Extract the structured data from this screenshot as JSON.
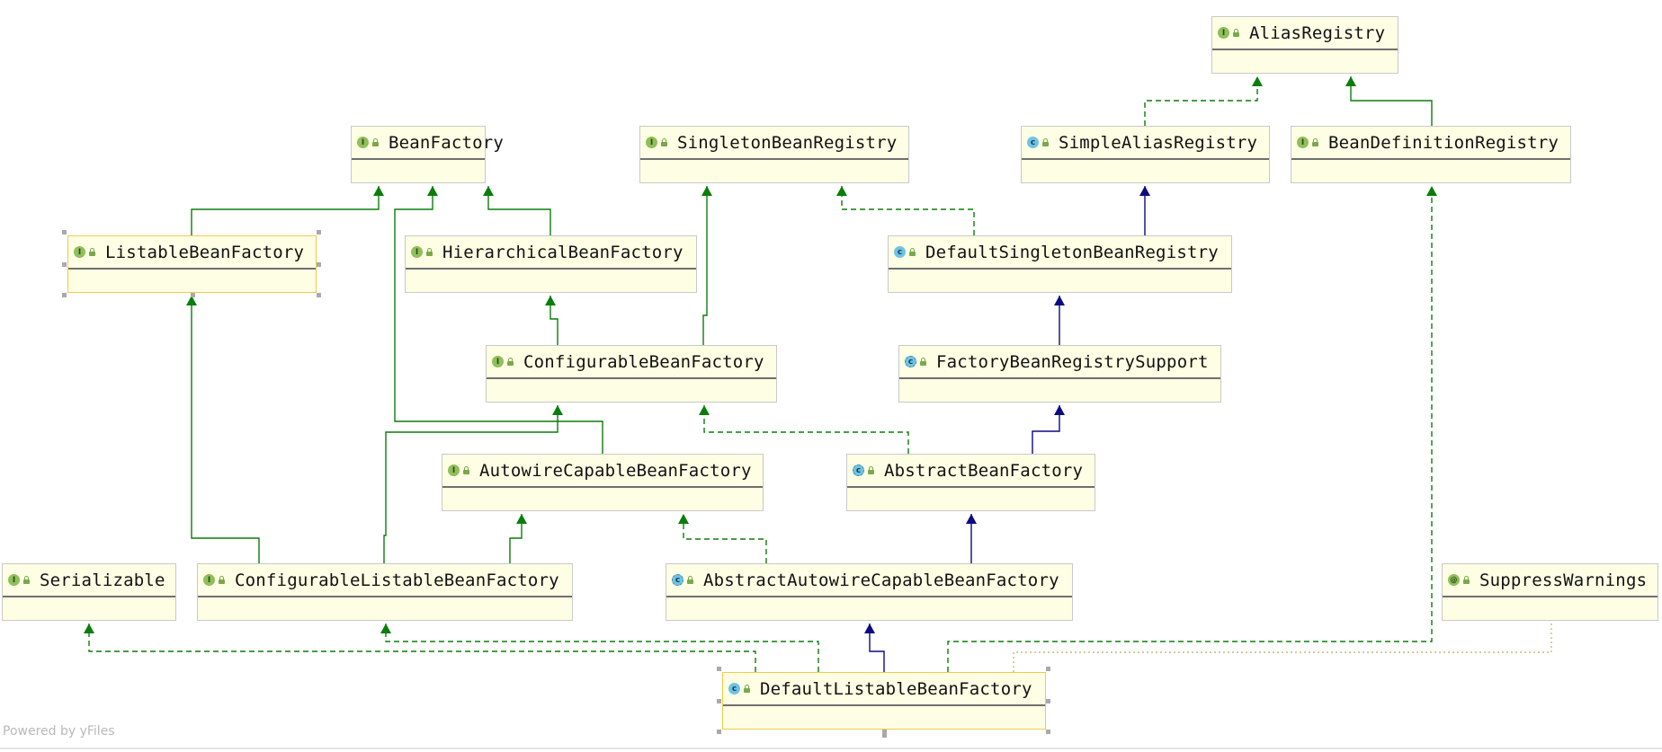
{
  "diagram": {
    "nodes": [
      {
        "id": "AliasRegistry",
        "name": "AliasRegistry",
        "kind": "interface"
      },
      {
        "id": "BeanFactory",
        "name": "BeanFactory",
        "kind": "interface"
      },
      {
        "id": "SingletonBeanRegistry",
        "name": "SingletonBeanRegistry",
        "kind": "interface"
      },
      {
        "id": "SimpleAliasRegistry",
        "name": "SimpleAliasRegistry",
        "kind": "class"
      },
      {
        "id": "BeanDefinitionRegistry",
        "name": "BeanDefinitionRegistry",
        "kind": "interface"
      },
      {
        "id": "ListableBeanFactory",
        "name": "ListableBeanFactory",
        "kind": "interface",
        "selected": true
      },
      {
        "id": "HierarchicalBeanFactory",
        "name": "HierarchicalBeanFactory",
        "kind": "interface"
      },
      {
        "id": "DefaultSingletonBeanRegistry",
        "name": "DefaultSingletonBeanRegistry",
        "kind": "class"
      },
      {
        "id": "ConfigurableBeanFactory",
        "name": "ConfigurableBeanFactory",
        "kind": "interface"
      },
      {
        "id": "FactoryBeanRegistrySupport",
        "name": "FactoryBeanRegistrySupport",
        "kind": "abstract-class"
      },
      {
        "id": "AutowireCapableBeanFactory",
        "name": "AutowireCapableBeanFactory",
        "kind": "interface"
      },
      {
        "id": "AbstractBeanFactory",
        "name": "AbstractBeanFactory",
        "kind": "abstract-class"
      },
      {
        "id": "Serializable",
        "name": "Serializable",
        "kind": "interface"
      },
      {
        "id": "ConfigurableListableBeanFactory",
        "name": "ConfigurableListableBeanFactory",
        "kind": "interface"
      },
      {
        "id": "AbstractAutowireCapableBeanFactory",
        "name": "AbstractAutowireCapableBeanFactory",
        "kind": "abstract-class"
      },
      {
        "id": "SuppressWarnings",
        "name": "SuppressWarnings",
        "kind": "annotation"
      },
      {
        "id": "DefaultListableBeanFactory",
        "name": "DefaultListableBeanFactory",
        "kind": "class",
        "selected": true
      }
    ],
    "edges": [
      {
        "from": "SimpleAliasRegistry",
        "to": "AliasRegistry",
        "type": "implements"
      },
      {
        "from": "BeanDefinitionRegistry",
        "to": "AliasRegistry",
        "type": "extends-interface"
      },
      {
        "from": "ListableBeanFactory",
        "to": "BeanFactory",
        "type": "extends-interface"
      },
      {
        "from": "HierarchicalBeanFactory",
        "to": "BeanFactory",
        "type": "extends-interface"
      },
      {
        "from": "AutowireCapableBeanFactory",
        "to": "BeanFactory",
        "type": "extends-interface"
      },
      {
        "from": "ConfigurableBeanFactory",
        "to": "HierarchicalBeanFactory",
        "type": "extends-interface"
      },
      {
        "from": "ConfigurableBeanFactory",
        "to": "SingletonBeanRegistry",
        "type": "extends-interface"
      },
      {
        "from": "DefaultSingletonBeanRegistry",
        "to": "SingletonBeanRegistry",
        "type": "implements"
      },
      {
        "from": "DefaultSingletonBeanRegistry",
        "to": "SimpleAliasRegistry",
        "type": "extends-class"
      },
      {
        "from": "FactoryBeanRegistrySupport",
        "to": "DefaultSingletonBeanRegistry",
        "type": "extends-class"
      },
      {
        "from": "AbstractBeanFactory",
        "to": "FactoryBeanRegistrySupport",
        "type": "extends-class"
      },
      {
        "from": "AbstractBeanFactory",
        "to": "ConfigurableBeanFactory",
        "type": "implements"
      },
      {
        "from": "ConfigurableListableBeanFactory",
        "to": "ListableBeanFactory",
        "type": "extends-interface"
      },
      {
        "from": "ConfigurableListableBeanFactory",
        "to": "ConfigurableBeanFactory",
        "type": "extends-interface"
      },
      {
        "from": "ConfigurableListableBeanFactory",
        "to": "AutowireCapableBeanFactory",
        "type": "extends-interface"
      },
      {
        "from": "AbstractAutowireCapableBeanFactory",
        "to": "AbstractBeanFactory",
        "type": "extends-class"
      },
      {
        "from": "AbstractAutowireCapableBeanFactory",
        "to": "AutowireCapableBeanFactory",
        "type": "implements"
      },
      {
        "from": "DefaultListableBeanFactory",
        "to": "AbstractAutowireCapableBeanFactory",
        "type": "extends-class"
      },
      {
        "from": "DefaultListableBeanFactory",
        "to": "ConfigurableListableBeanFactory",
        "type": "implements"
      },
      {
        "from": "DefaultListableBeanFactory",
        "to": "BeanDefinitionRegistry",
        "type": "implements"
      },
      {
        "from": "DefaultListableBeanFactory",
        "to": "Serializable",
        "type": "implements"
      },
      {
        "from": "DefaultListableBeanFactory",
        "to": "SuppressWarnings",
        "type": "annotated-with"
      }
    ],
    "colors": {
      "interface_edge": "#0a7d0a",
      "class_edge": "#0b0b80",
      "annotation_edge": "#c8b878",
      "node_fill": "#fefee4",
      "node_border": "#c9c9c9",
      "selected_border": "#f2c94c"
    }
  },
  "footer": {
    "powered_by": "Powered by yFiles"
  }
}
